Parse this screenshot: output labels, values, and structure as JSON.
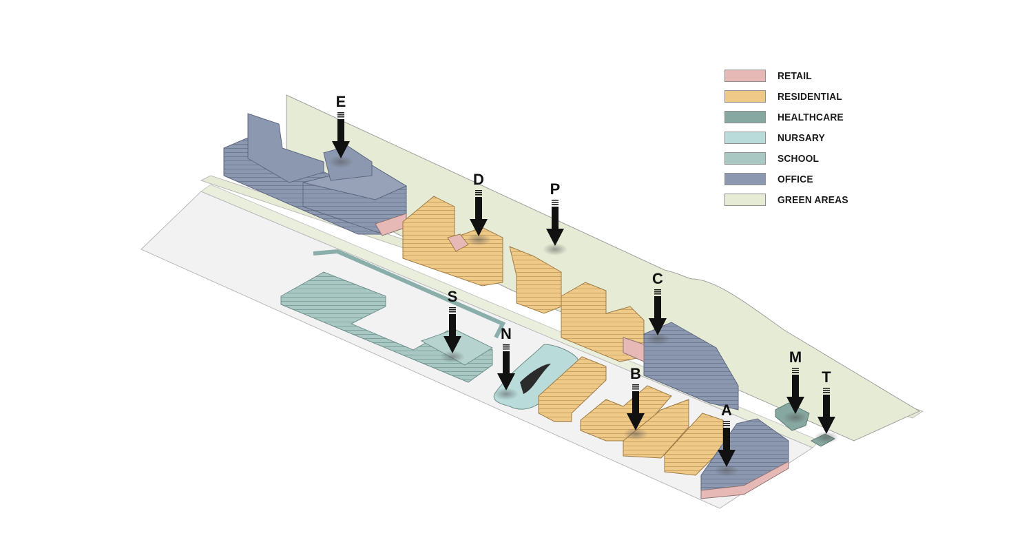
{
  "colors": {
    "retail": "#e6b9b6",
    "residential": "#efc988",
    "healthcare": "#86a8a0",
    "nursary": "#b9dcdb",
    "school": "#a9c8c4",
    "office": "#8c98b0",
    "green": "#e6ebd5",
    "ground": "#f2f2f2",
    "arrow": "#111111"
  },
  "legend": [
    {
      "key": "retail",
      "label": "RETAIL",
      "color": "#e6b9b6"
    },
    {
      "key": "residential",
      "label": "RESIDENTIAL",
      "color": "#efc988"
    },
    {
      "key": "healthcare",
      "label": "HEALTHCARE",
      "color": "#86a8a0"
    },
    {
      "key": "nursary",
      "label": "NURSARY",
      "color": "#b9dcdb"
    },
    {
      "key": "school",
      "label": "SCHOOL",
      "color": "#a9c8c4"
    },
    {
      "key": "office",
      "label": "OFFICE",
      "color": "#8c98b0"
    },
    {
      "key": "green",
      "label": "GREEN AREAS",
      "color": "#e6ebd5"
    }
  ],
  "markers": [
    {
      "id": "E",
      "label": "E",
      "use": "office"
    },
    {
      "id": "D",
      "label": "D",
      "use": "residential"
    },
    {
      "id": "P",
      "label": "P",
      "use": "green"
    },
    {
      "id": "C",
      "label": "C",
      "use": "office"
    },
    {
      "id": "S",
      "label": "S",
      "use": "school"
    },
    {
      "id": "N",
      "label": "N",
      "use": "nursary"
    },
    {
      "id": "B",
      "label": "B",
      "use": "residential"
    },
    {
      "id": "A",
      "label": "A",
      "use": "office"
    },
    {
      "id": "M",
      "label": "M",
      "use": "healthcare"
    },
    {
      "id": "T",
      "label": "T",
      "use": "healthcare"
    }
  ]
}
